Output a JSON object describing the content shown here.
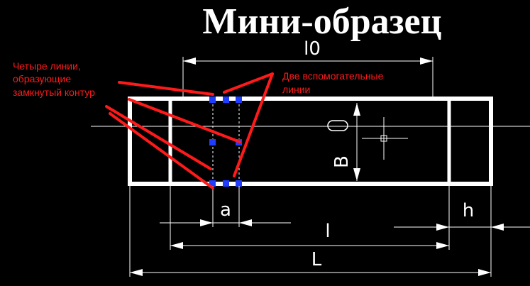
{
  "title": "Мини-образец",
  "annotations": {
    "four_lines_1": "Четыре линии,",
    "four_lines_2": "образующие",
    "four_lines_3": "замкнутый контур",
    "two_aux_1": "Две вспомогательные",
    "two_aux_2": "линии"
  },
  "dimensions": {
    "l0": "l0",
    "b": "B",
    "a": "a",
    "h": "h",
    "l": "l",
    "L": "L"
  },
  "colors": {
    "background": "#000000",
    "drawing": "#ffffff",
    "callout": "#ff1a1a",
    "grip": "#1f3cff"
  }
}
